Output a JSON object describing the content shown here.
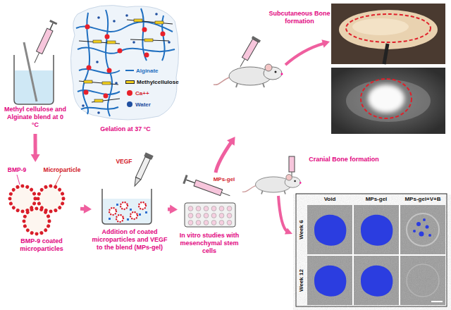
{
  "diagram": {
    "nodes": [
      {
        "text": [
          "Methyl cellulose and Alginate blend at 0 °C"
        ]
      },
      {
        "text": [
          "Gelation at 37 °C"
        ]
      },
      {
        "text": [
          "BMP-9 coated microparticles"
        ]
      },
      {
        "text": [
          "Addition of coated microparticles and VEGF to the blend (MPs-gel)"
        ]
      },
      {
        "text": [
          "In vitro studies with mesenchymal stem cells"
        ]
      },
      {
        "text": [
          "Subcutaneous Bone formation"
        ]
      },
      {
        "text": [
          "Cranial Bone formation"
        ]
      }
    ],
    "edges": [
      {
        "from": 0,
        "to": 2,
        "arrow": "to"
      },
      {
        "from": 2,
        "to": 3,
        "arrow": "to"
      },
      {
        "from": 3,
        "to": 4,
        "arrow": "to"
      },
      {
        "from": 4,
        "to": 5,
        "arrow": "to"
      }
    ],
    "labels": [
      "BMP-9",
      "Microparticle",
      "VEGF",
      "MPs-gel",
      "Void",
      "MPs-gel",
      "MPs-gel+V+B",
      "Week 6",
      "Week 12"
    ],
    "legend": [
      {
        "text": "Alginate"
      },
      {
        "text": "Methylcellulose"
      },
      {
        "text": "Ca++",
        "color": "#e8202a"
      },
      {
        "text": "Water",
        "color": "#1f4fa0"
      }
    ]
  }
}
